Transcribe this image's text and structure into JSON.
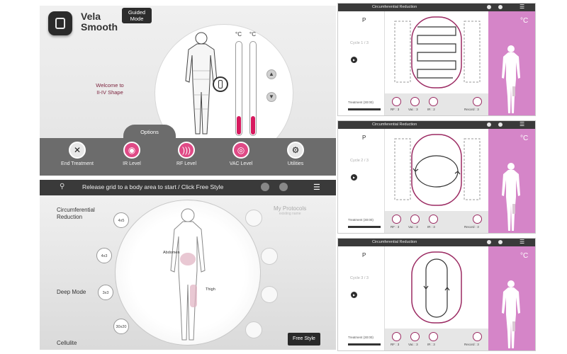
{
  "colors": {
    "accent": "#d7195e",
    "magenta": "#9b2a62",
    "pink_panel": "#d585c8",
    "dark_bar": "#3a3a3a"
  },
  "panel1": {
    "app_name": "Vela\nSmooth",
    "mode_button": "Guided\nMode",
    "welcome": "Welcome to\nII-IV Shape",
    "degree_left": "°C",
    "degree_right": "°C",
    "thermometer_left_level": 0.2,
    "thermometer_right_level": 0.2,
    "options_tab": "Options",
    "tools": [
      {
        "label": "End Treatment",
        "icon": "close-icon"
      },
      {
        "label": "IR Level",
        "icon": "bulb-icon"
      },
      {
        "label": "RF Level",
        "icon": "rf-waves-icon"
      },
      {
        "label": "VAC Level",
        "icon": "vacuum-target-icon"
      },
      {
        "label": "Utilities",
        "icon": "gear-icon"
      }
    ]
  },
  "panel2": {
    "topbar_message": "Release grid to a body area to start / Click Free Style",
    "categories": [
      "Circumferential\nReduction",
      "Deep Mode",
      "Cellulite"
    ],
    "grid_buttons": [
      "4x5",
      "4x3",
      "3x3",
      "30x20"
    ],
    "my_protocols": "My Protocols",
    "my_protocols_sub": "existing name",
    "zone_labels": [
      "Abdomen",
      "Thigh"
    ],
    "free_style": "Free Style"
  },
  "right_panels": [
    {
      "header": "Circumferential Reduction",
      "letter": "P",
      "cycle": "Cycle 1 / 3",
      "treatment": "Treatment (30:00)",
      "degree": "°C",
      "mini_labels": [
        "RF : 3",
        "Vac : 3",
        "IR : 2",
        "Record : 3"
      ]
    },
    {
      "header": "Circumferential Reduction",
      "letter": "P",
      "cycle": "Cycle 2 / 3",
      "treatment": "Treatment (30:00)",
      "degree": "°C",
      "mini_labels": [
        "RF : 3",
        "Vac : 3",
        "IR : 3",
        "Record : 3"
      ]
    },
    {
      "header": "Circumferential Reduction",
      "letter": "P",
      "cycle": "Cycle 3 / 3",
      "treatment": "Treatment (30:00)",
      "degree": "°C",
      "mini_labels": [
        "RF : 3",
        "Vac : 3",
        "IR : 3",
        "Record : 3"
      ]
    }
  ]
}
